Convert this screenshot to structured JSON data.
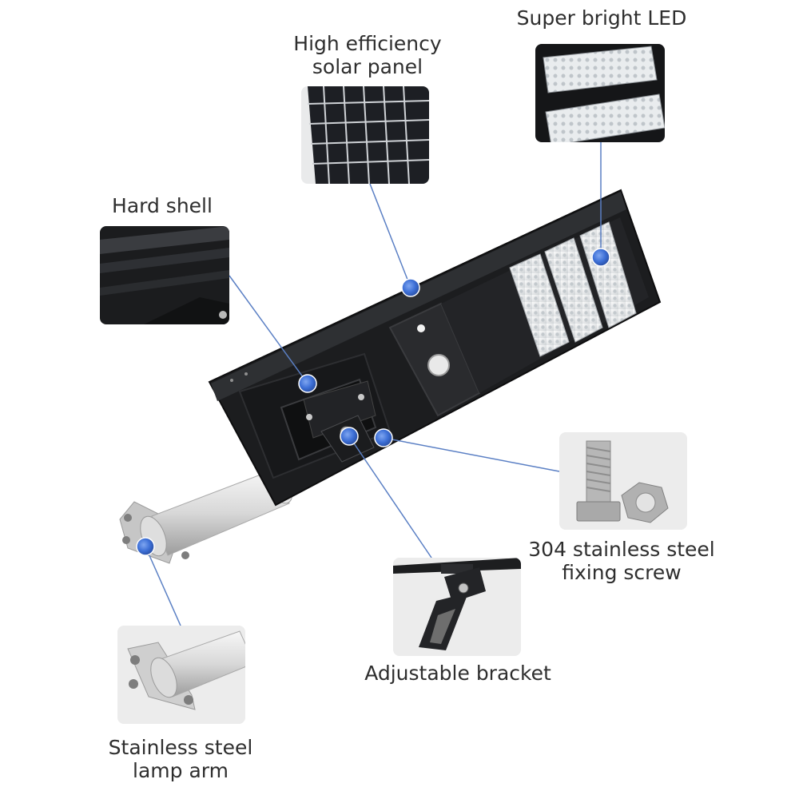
{
  "callouts": {
    "led": {
      "line1": "Super bright LED"
    },
    "solar": {
      "line1": "High efficiency",
      "line2": "solar panel"
    },
    "shell": {
      "line1": "Hard shell"
    },
    "screw": {
      "line1": "304 stainless steel",
      "line2": "fixing screw"
    },
    "bracket": {
      "line1": "Adjustable bracket"
    },
    "arm": {
      "line1": "Stainless steel",
      "line2": "lamp arm"
    }
  },
  "colors": {
    "marker": "#3d6fd6",
    "connector_line": "#5a7fc4",
    "housing": "#1c1d1f",
    "thumb_bg": "#e6e6e6"
  }
}
